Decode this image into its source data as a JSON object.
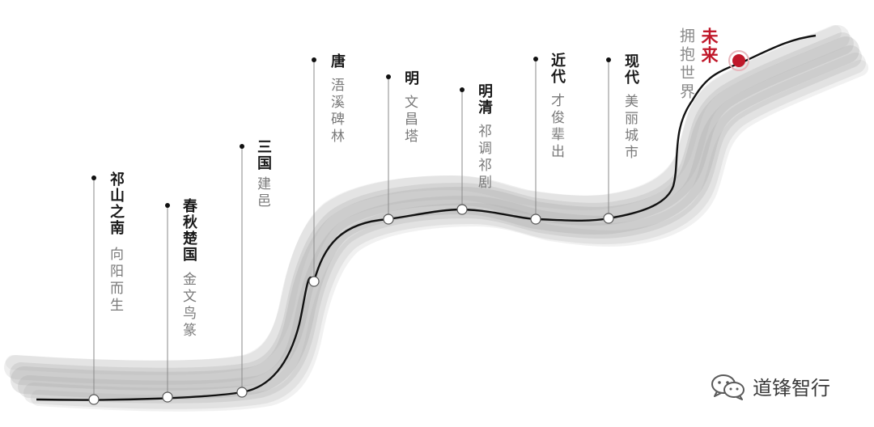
{
  "milestones": [
    {
      "era": "祁山之南",
      "desc": "向阳而生"
    },
    {
      "era": "春秋楚国",
      "desc": "金文鸟篆"
    },
    {
      "era": "三国",
      "desc": "建邑"
    },
    {
      "era": "唐",
      "desc": "浯溪碑林"
    },
    {
      "era": "明",
      "desc": "文昌塔"
    },
    {
      "era": "明清",
      "desc": "祁调祁剧"
    },
    {
      "era": "近代",
      "desc": "才俊辈出"
    },
    {
      "era": "现代",
      "desc": "美丽城市"
    }
  ],
  "future": {
    "era": "未来",
    "desc": "拥抱世界",
    "color": "#c0182a"
  },
  "watermark": {
    "text": "道锋智行",
    "icon": "wechat-icon"
  },
  "colors": {
    "brush": "#9e9e9e",
    "line": "#111111",
    "accent": "#c0182a"
  }
}
